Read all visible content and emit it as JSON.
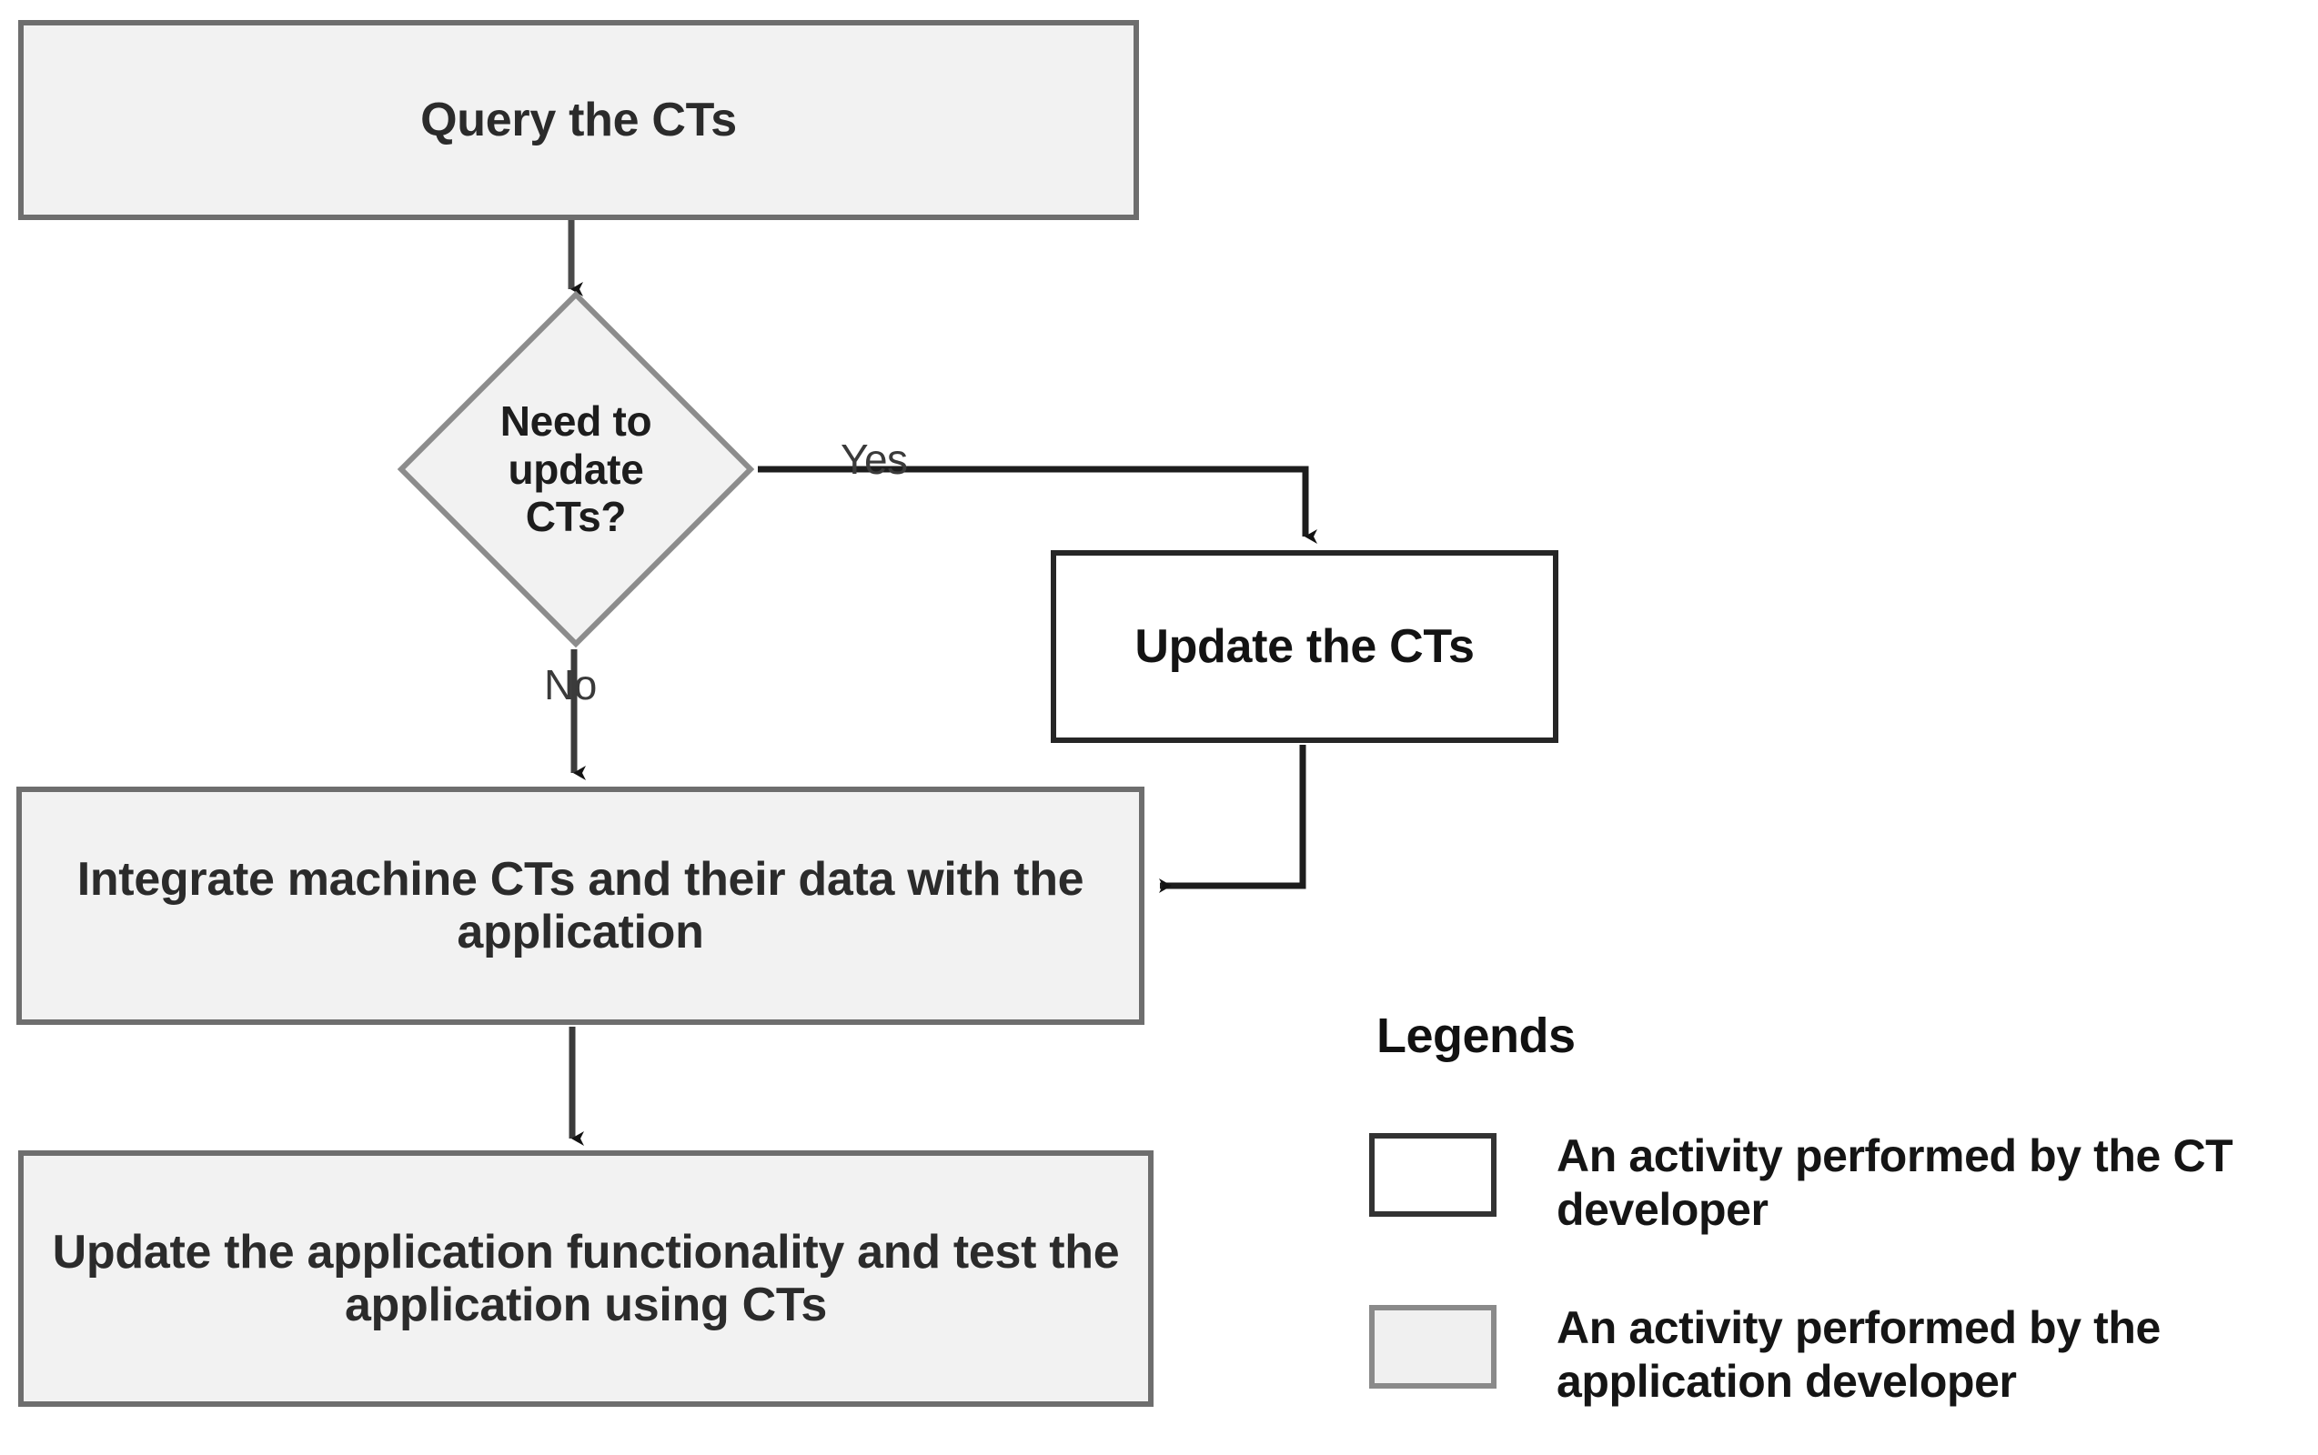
{
  "diagram": {
    "type": "flowchart",
    "nodes": [
      {
        "id": "query",
        "label": "Query the CTs",
        "shape": "rectangle",
        "style": "application-developer"
      },
      {
        "id": "decision",
        "label": "Need to update CTs?",
        "shape": "diamond",
        "style": "application-developer"
      },
      {
        "id": "updatects",
        "label": "Update the CTs",
        "shape": "rectangle",
        "style": "ct-developer"
      },
      {
        "id": "integrate",
        "label": "Integrate machine CTs and their data with the application",
        "shape": "rectangle",
        "style": "application-developer"
      },
      {
        "id": "updateapp",
        "label": "Update the application functionality and test the application using CTs",
        "shape": "rectangle",
        "style": "application-developer"
      }
    ],
    "edge_labels": {
      "yes": "Yes",
      "no": "No"
    }
  },
  "decision_lines": {
    "line1": "Need to",
    "line2": "update",
    "line3": "CTs?"
  },
  "legend": {
    "title": "Legends",
    "items": [
      {
        "swatch": "white",
        "text": "An activity performed by the CT developer"
      },
      {
        "swatch": "gray",
        "text": "An activity performed by the application developer"
      }
    ]
  },
  "colors": {
    "gray_fill": "#f2f2f2",
    "gray_border": "#6e6e6e",
    "white_fill": "#ffffff",
    "dark_border": "#262626",
    "connector": "#262626",
    "text": "#2b2b2b"
  }
}
